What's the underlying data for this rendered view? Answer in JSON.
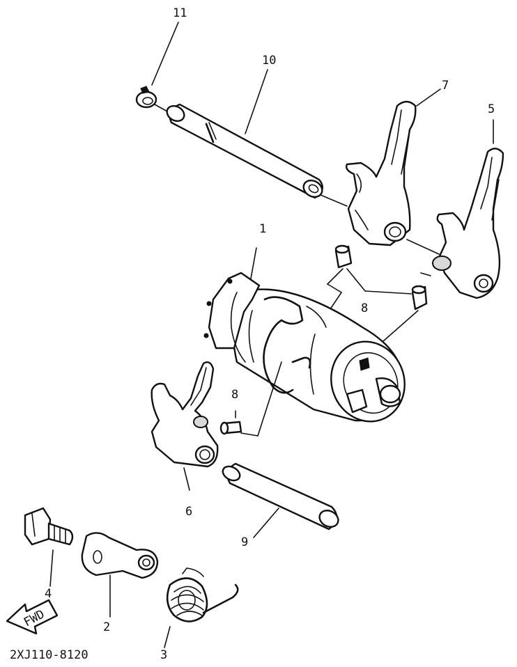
{
  "diagram": {
    "drawing_code": "2XJ110-8120",
    "fwd_arrow_text": "FWD",
    "callouts": [
      {
        "id": "c1",
        "text": "1"
      },
      {
        "id": "c2",
        "text": "2"
      },
      {
        "id": "c3",
        "text": "3"
      },
      {
        "id": "c4",
        "text": "4"
      },
      {
        "id": "c5",
        "text": "5"
      },
      {
        "id": "c6",
        "text": "6"
      },
      {
        "id": "c7",
        "text": "7"
      },
      {
        "id": "c8a",
        "text": "8"
      },
      {
        "id": "c8b",
        "text": "8"
      },
      {
        "id": "c9",
        "text": "9"
      },
      {
        "id": "c10",
        "text": "10"
      },
      {
        "id": "c11",
        "text": "11"
      }
    ]
  }
}
